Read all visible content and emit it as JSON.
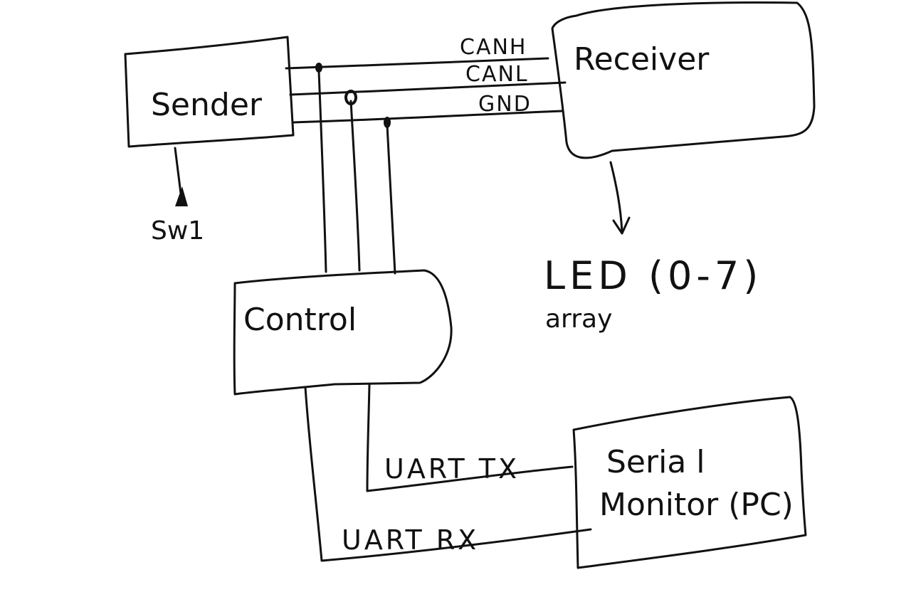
{
  "diagram": {
    "blocks": {
      "sender": "Sender",
      "receiver": "Receiver",
      "control": "Control",
      "serial_monitor_line1": "Seria l",
      "serial_monitor_line2": "Monitor (PC)"
    },
    "wires": {
      "canh": "CANH",
      "canl": "CANL",
      "gnd": "GND",
      "uart_tx": "UART TX",
      "uart_rx": "UART RX"
    },
    "switch_label": "Sw1",
    "led_line1": "LED (0-7)",
    "led_line2": "array"
  }
}
